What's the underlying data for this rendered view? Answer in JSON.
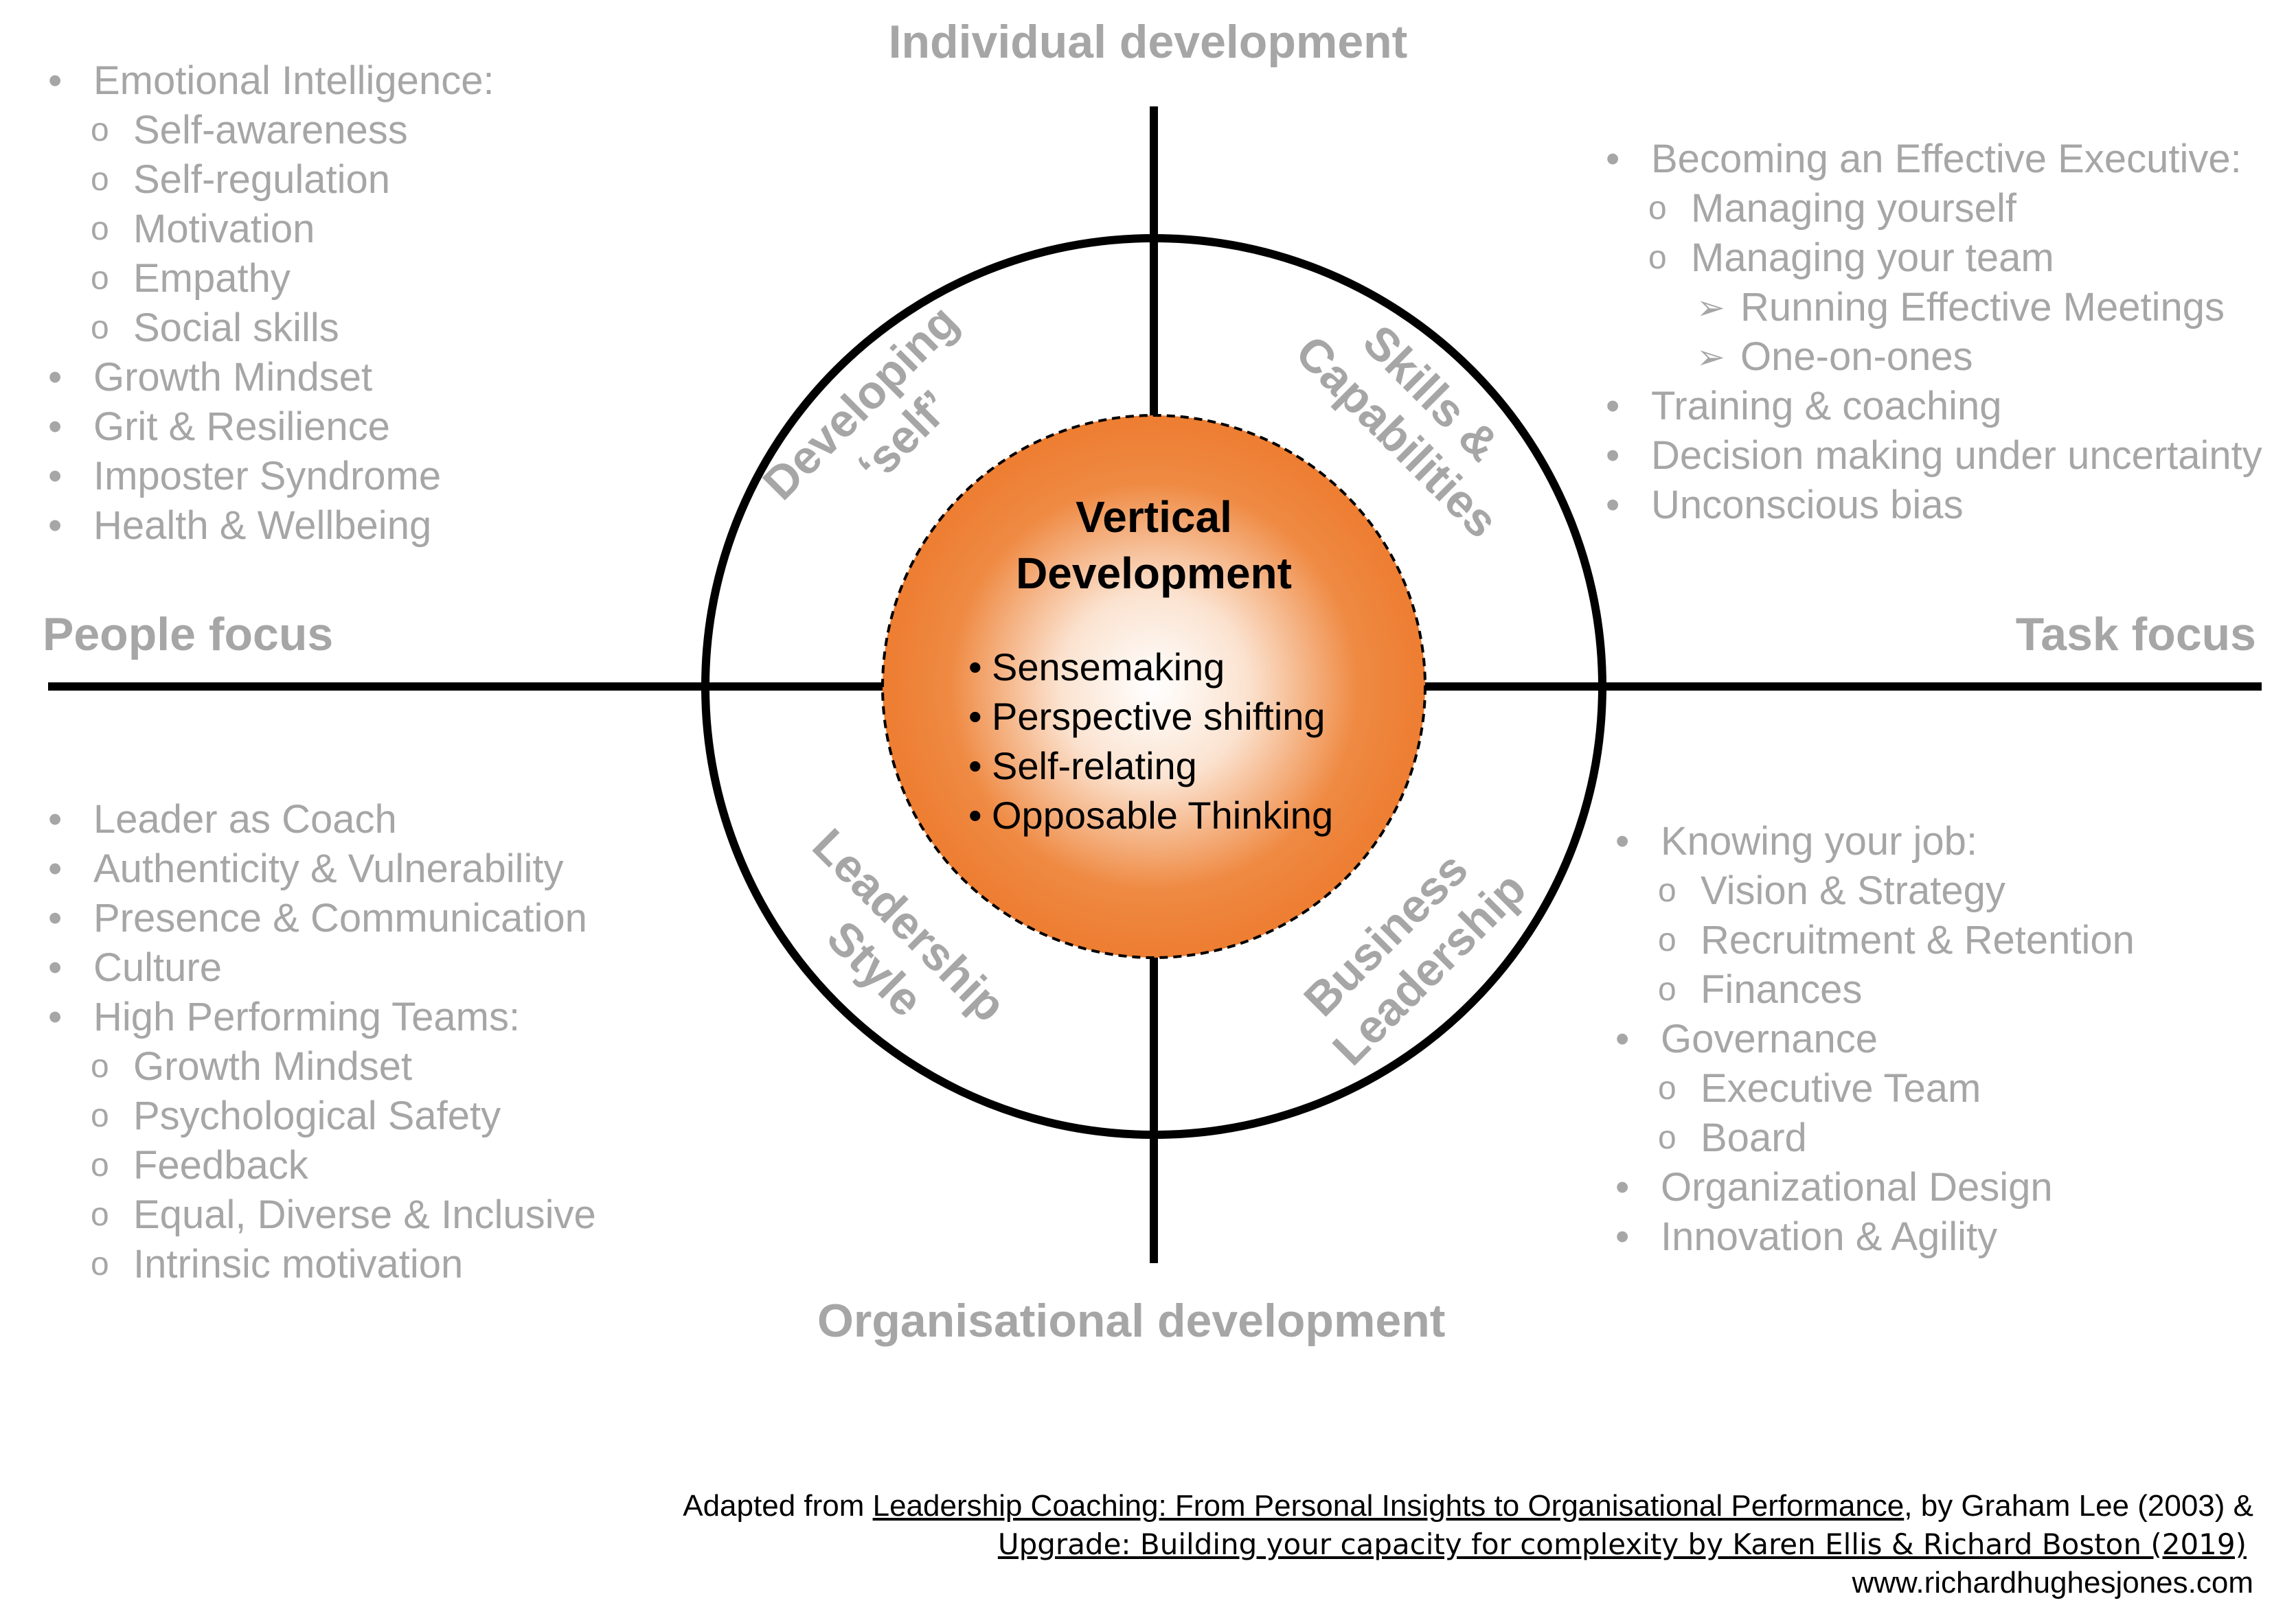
{
  "axes": {
    "top": "Individual development",
    "bottom": "Organisational development",
    "left": "People focus",
    "right": "Task focus"
  },
  "ring_labels": {
    "top_left": [
      "Developing",
      "‘self’"
    ],
    "top_right": [
      "Skills &",
      "Capabilities"
    ],
    "bottom_left": [
      "Leadership",
      "Style"
    ],
    "bottom_right": [
      "Business",
      "Leadership"
    ]
  },
  "center": {
    "title_line1": "Vertical",
    "title_line2": "Development",
    "items": [
      "Sensemaking",
      "Perspective shifting",
      "Self-relating",
      "Opposable Thinking"
    ],
    "gradient_color": "#ED7D31"
  },
  "quadrants": {
    "top_left": [
      {
        "level": 1,
        "text": "Emotional Intelligence:"
      },
      {
        "level": 2,
        "text": "Self-awareness"
      },
      {
        "level": 2,
        "text": "Self-regulation"
      },
      {
        "level": 2,
        "text": "Motivation"
      },
      {
        "level": 2,
        "text": "Empathy"
      },
      {
        "level": 2,
        "text": "Social skills"
      },
      {
        "level": 1,
        "text": "Growth Mindset"
      },
      {
        "level": 1,
        "text": "Grit & Resilience"
      },
      {
        "level": 1,
        "text": "Imposter Syndrome"
      },
      {
        "level": 1,
        "text": "Health & Wellbeing"
      }
    ],
    "top_right": [
      {
        "level": 1,
        "text": "Becoming an Effective Executive:"
      },
      {
        "level": 2,
        "text": "Managing yourself"
      },
      {
        "level": 2,
        "text": "Managing your team"
      },
      {
        "level": 3,
        "text": "Running Effective Meetings"
      },
      {
        "level": 3,
        "text": "One-on-ones"
      },
      {
        "level": 1,
        "text": "Training & coaching"
      },
      {
        "level": 1,
        "text": "Decision making under uncertainty"
      },
      {
        "level": 1,
        "text": "Unconscious bias"
      }
    ],
    "bottom_left": [
      {
        "level": 1,
        "text": "Leader as Coach"
      },
      {
        "level": 1,
        "text": "Authenticity & Vulnerability"
      },
      {
        "level": 1,
        "text": "Presence & Communication"
      },
      {
        "level": 1,
        "text": "Culture"
      },
      {
        "level": 1,
        "text": "High Performing Teams:"
      },
      {
        "level": 2,
        "text": "Growth Mindset"
      },
      {
        "level": 2,
        "text": "Psychological Safety"
      },
      {
        "level": 2,
        "text": "Feedback"
      },
      {
        "level": 2,
        "text": "Equal, Diverse & Inclusive"
      },
      {
        "level": 2,
        "text": "Intrinsic motivation"
      }
    ],
    "bottom_right": [
      {
        "level": 1,
        "text": "Knowing your job:"
      },
      {
        "level": 2,
        "text": "Vision & Strategy"
      },
      {
        "level": 2,
        "text": "Recruitment & Retention"
      },
      {
        "level": 2,
        "text": "Finances"
      },
      {
        "level": 1,
        "text": "Governance"
      },
      {
        "level": 2,
        "text": "Executive Team"
      },
      {
        "level": 2,
        "text": "Board"
      },
      {
        "level": 1,
        "text": "Organizational Design"
      },
      {
        "level": 1,
        "text": "Innovation & Agility"
      }
    ]
  },
  "bullet_markers": {
    "1": "•",
    "2": "o",
    "3": "➢"
  },
  "credit": {
    "line1_prefix": "Adapted from ",
    "line1_link": "Leadership Coaching: From Personal Insights to Organisational Performance",
    "line1_suffix": ", by Graham Lee (2003) &",
    "line2_link": "Upgrade: Building your capacity for complexity by Karen Ellis & Richard Boston (2019)",
    "line3": "www.richardhughesjones.com"
  }
}
